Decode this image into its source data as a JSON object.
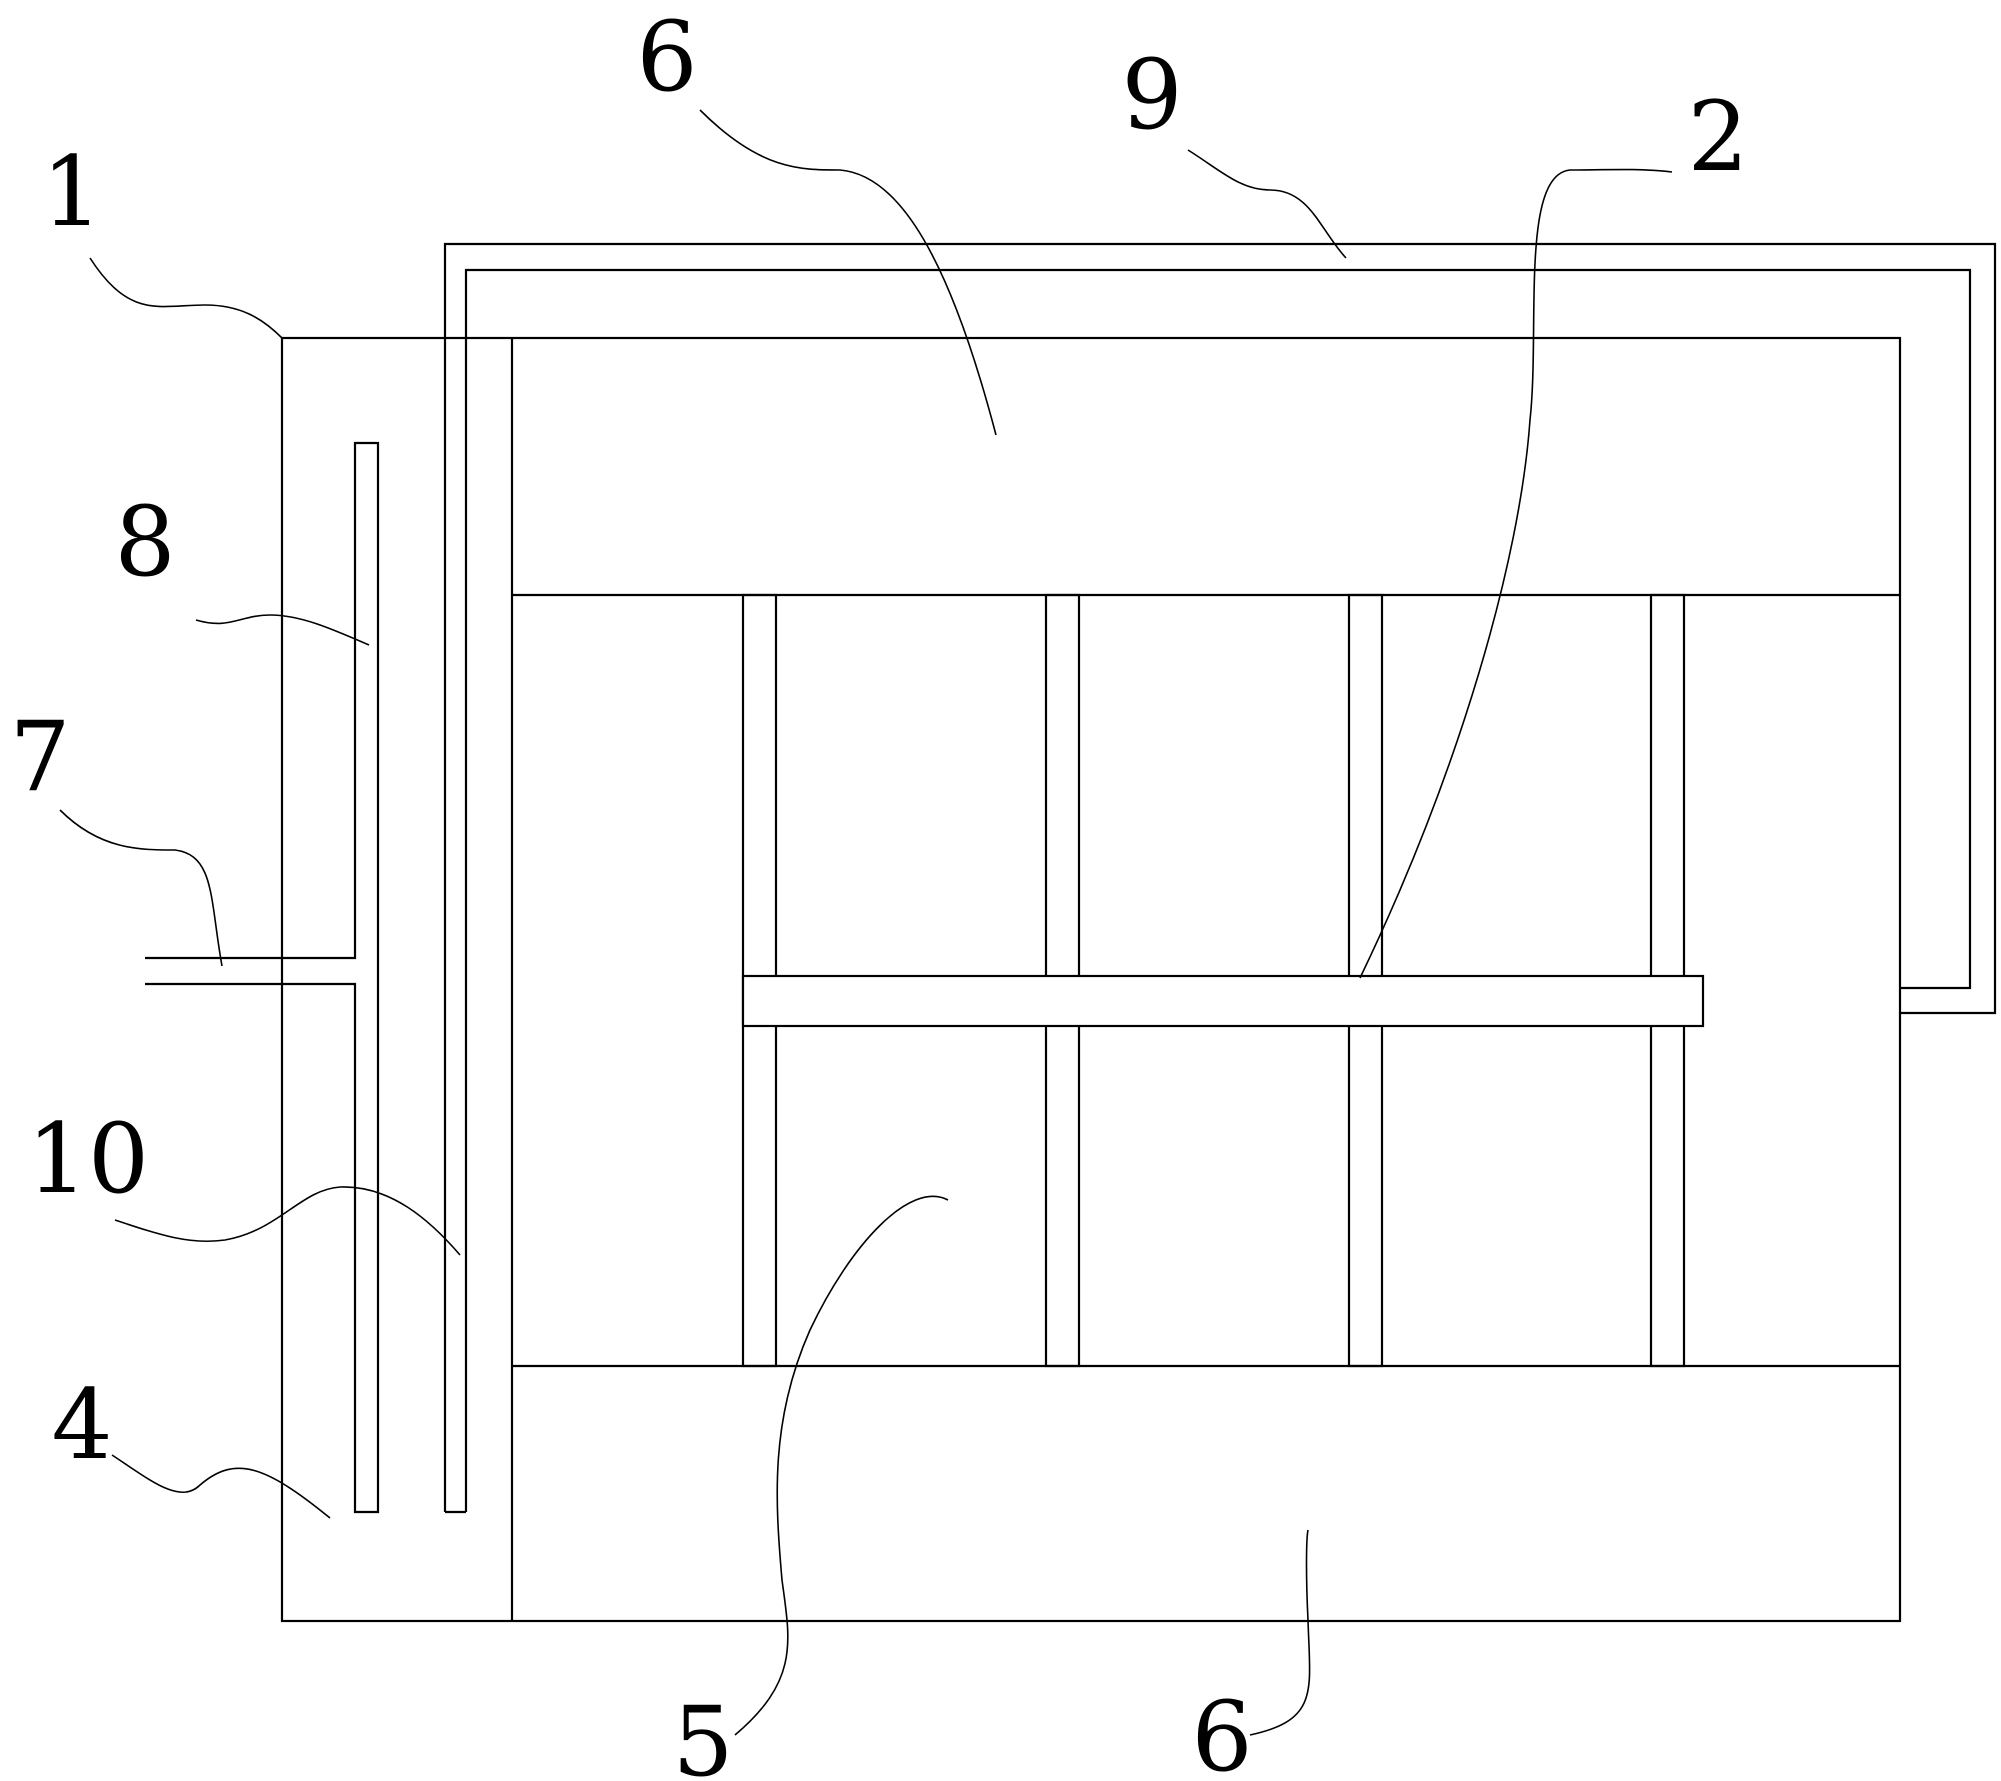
{
  "diagram": {
    "labels": {
      "housing": "1",
      "horizontal_bar": "2",
      "left_plate": "4",
      "middle_chamber": "5",
      "top_block": "6",
      "bottom_block": "6",
      "inlet_pipe": "7",
      "inner_tube": "8",
      "bent_pipe": "9",
      "outer_tube": "10"
    }
  }
}
